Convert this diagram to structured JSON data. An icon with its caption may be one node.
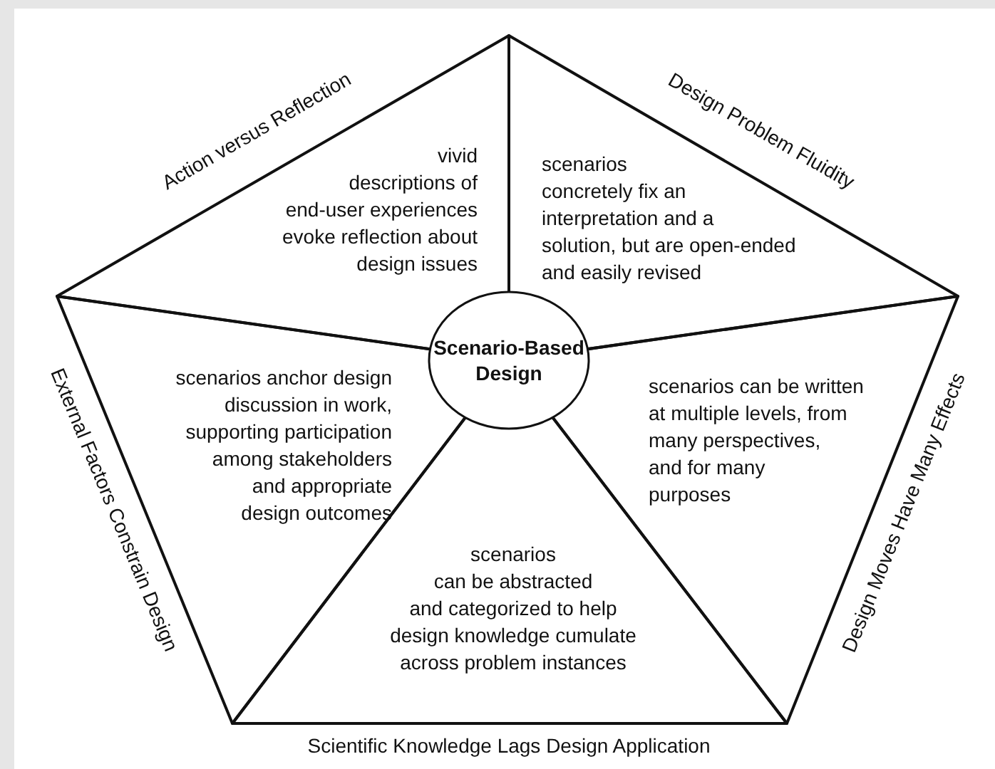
{
  "diagram": {
    "nodes": [
      {
        "text": [
          "Scenario-Based Design"
        ]
      },
      {
        "text": [
          "Action versus Reflection",
          "vivid descriptions of end-user experiences evoke reflection about design issues"
        ]
      },
      {
        "text": [
          "Design Problem Fluidity",
          "scenarios concretely fix an interpretation and a solution, but are open-ended and easily revised"
        ]
      },
      {
        "text": [
          "External Factors Constrain Design",
          "scenarios anchor design discussion in work, supporting participation among stakeholders and appropriate design outcomes"
        ]
      },
      {
        "text": [
          "Design Moves Have Many Effects",
          "scenarios can be written at multiple levels, from many perspectives, and for many purposes"
        ]
      },
      {
        "text": [
          "scenarios can be abstracted and categorized to help design knowledge cumulate across problem instances",
          "Scientific Knowledge Lags Design Application"
        ]
      }
    ]
  }
}
